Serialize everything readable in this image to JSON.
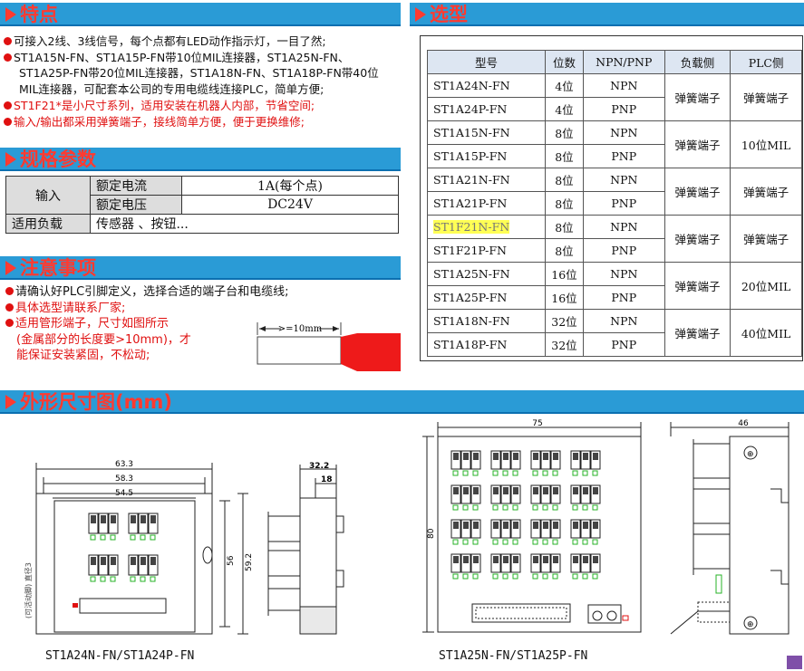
{
  "features": {
    "title": "特点",
    "lines": [
      {
        "dot": true,
        "text": "可接入2线、3线信号，每个点都有LED动作指示灯，一目了然;",
        "red": false
      },
      {
        "dot": true,
        "text": "ST1A15N-FN、ST1A15P-FN带10位MIL连接器，ST1A25N-FN、",
        "red": false
      },
      {
        "dot": false,
        "text": "ST1A25P-FN带20位MIL连接器，ST1A18N-FN、ST1A18P-FN带40位",
        "red": false
      },
      {
        "dot": false,
        "text": "MIL连接器，可配套本公司的专用电缆线连接PLC，简单方便;",
        "red": false
      },
      {
        "dot": true,
        "text": "ST1F21*是小尺寸系列，适用安装在机器人内部，节省空间;",
        "red": true
      },
      {
        "dot": true,
        "text": "输入/输出都采用弹簧端子，接线简单方便，便于更换维修;",
        "red": true
      }
    ]
  },
  "specs": {
    "title": "规格参数",
    "input_label": "输入",
    "rated_current_label": "额定电流",
    "rated_current_value": "1A(每个点)",
    "rated_voltage_label": "额定电压",
    "rated_voltage_value": "DC24V",
    "load_label": "适用负载",
    "load_value": "传感器 、按钮..."
  },
  "notes": {
    "title": "注意事项",
    "items": [
      {
        "text": "请确认好PLC引脚定义，选择合适的端子台和电缆线;",
        "color": "#111111"
      },
      {
        "text": "具体选型请联系厂家;",
        "color": "#e01010"
      },
      {
        "text": "适用管形端子，尺寸如图所示",
        "color": "#e01010"
      }
    ],
    "cont": [
      "(金属部分的长度要>10mm)，才",
      "能保证安装紧固，不松动;"
    ],
    "dim_label": ">=10mm"
  },
  "selection": {
    "title": "选型",
    "headers": [
      "型号",
      "位数",
      "NPN/PNP",
      "负载侧",
      "PLC侧"
    ],
    "groups": [
      {
        "rows": [
          {
            "model": "ST1A24N-FN",
            "bits": "4位",
            "type": "NPN"
          },
          {
            "model": "ST1A24P-FN",
            "bits": "4位",
            "type": "PNP"
          }
        ],
        "load": "弹簧端子",
        "plc": "弹簧端子"
      },
      {
        "rows": [
          {
            "model": "ST1A15N-FN",
            "bits": "8位",
            "type": "NPN"
          },
          {
            "model": "ST1A15P-FN",
            "bits": "8位",
            "type": "PNP"
          }
        ],
        "load": "弹簧端子",
        "plc": "10位MIL"
      },
      {
        "rows": [
          {
            "model": "ST1A21N-FN",
            "bits": "8位",
            "type": "NPN"
          },
          {
            "model": "ST1A21P-FN",
            "bits": "8位",
            "type": "PNP"
          }
        ],
        "load": "弹簧端子",
        "plc": "弹簧端子"
      },
      {
        "rows": [
          {
            "model": "ST1F21N-FN",
            "bits": "8位",
            "type": "NPN",
            "highlight": true
          },
          {
            "model": "ST1F21P-FN",
            "bits": "8位",
            "type": "PNP"
          }
        ],
        "load": "弹簧端子",
        "plc": "弹簧端子"
      },
      {
        "rows": [
          {
            "model": "ST1A25N-FN",
            "bits": "16位",
            "type": "NPN"
          },
          {
            "model": "ST1A25P-FN",
            "bits": "16位",
            "type": "PNP"
          }
        ],
        "load": "弹簧端子",
        "plc": "20位MIL"
      },
      {
        "rows": [
          {
            "model": "ST1A18N-FN",
            "bits": "32位",
            "type": "NPN"
          },
          {
            "model": "ST1A18P-FN",
            "bits": "32位",
            "type": "PNP"
          }
        ],
        "load": "弹簧端子",
        "plc": "40位MIL"
      }
    ]
  },
  "dimensions": {
    "title": "外形尺寸图(mm)",
    "left": {
      "caption": "ST1A24N-FN/ST1A24P-FN",
      "w1": "63.3",
      "w2": "58.3",
      "w3": "54.5",
      "h1": "56",
      "h2": "59.2",
      "side_w1": "32.2",
      "side_w2": "18",
      "vertical_note": "(可活动脚) 直径3"
    },
    "right": {
      "caption": "ST1A25N-FN/ST1A25P-FN",
      "w": "75",
      "h": "80",
      "side_w": "46"
    }
  }
}
